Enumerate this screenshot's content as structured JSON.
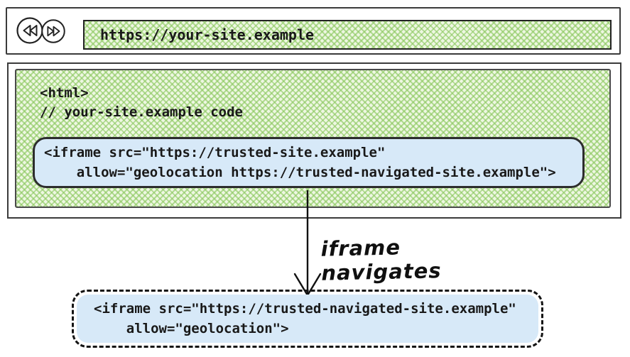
{
  "colors": {
    "hatch_green": "#8bc85f",
    "hatch_base": "#eef7e2",
    "code_blue": "#d7e9f8",
    "ink": "#2d2d2d"
  },
  "browser": {
    "url": "https://your-site.example",
    "back_icon": "rewind-icon",
    "forward_icon": "fast-forward-icon"
  },
  "page_code": {
    "line1": "<html>",
    "line2": "// your-site.example code"
  },
  "iframe_box": {
    "line1": "<iframe src=\"https://trusted-site.example\"",
    "line2": "    allow=\"geolocation https://trusted-navigated-site.example\">"
  },
  "labels": {
    "arrow": "iframe navigates"
  },
  "navigated_iframe_box": {
    "line1": "<iframe src=\"https://trusted-navigated-site.example\"",
    "line2": "    allow=\"geolocation\">"
  }
}
